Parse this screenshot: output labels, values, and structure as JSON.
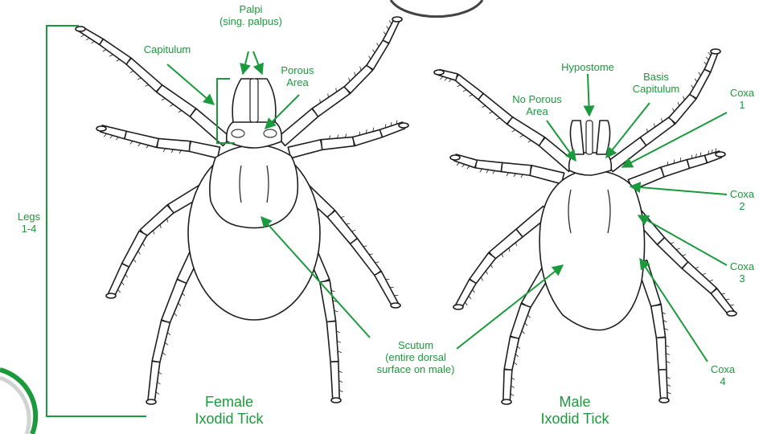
{
  "colors": {
    "accent": "#1a9a3c",
    "ink": "#1e1e1e",
    "paper": "#ffffff"
  },
  "female": {
    "title": [
      "Female",
      "Ixodid Tick"
    ],
    "labels": {
      "palpi": [
        "Palpi",
        "(sing. palpus)"
      ],
      "capitulum": [
        "Capitulum"
      ],
      "porous_area": [
        "Porous",
        "Area"
      ],
      "legs": [
        "Legs",
        "1-4"
      ]
    }
  },
  "male": {
    "title": [
      "Male",
      "Ixodid Tick"
    ],
    "labels": {
      "hypostome": [
        "Hypostome"
      ],
      "no_porous_area": [
        "No Porous",
        "Area"
      ],
      "basis_capitulum": [
        "Basis",
        "Capitulum"
      ],
      "coxa_1": [
        "Coxa",
        "1"
      ],
      "coxa_2": [
        "Coxa",
        "2"
      ],
      "coxa_3": [
        "Coxa",
        "3"
      ],
      "coxa_4": [
        "Coxa",
        "4"
      ]
    }
  },
  "scutum": [
    "Scutum",
    "(entire dorsal",
    "surface on male)"
  ]
}
